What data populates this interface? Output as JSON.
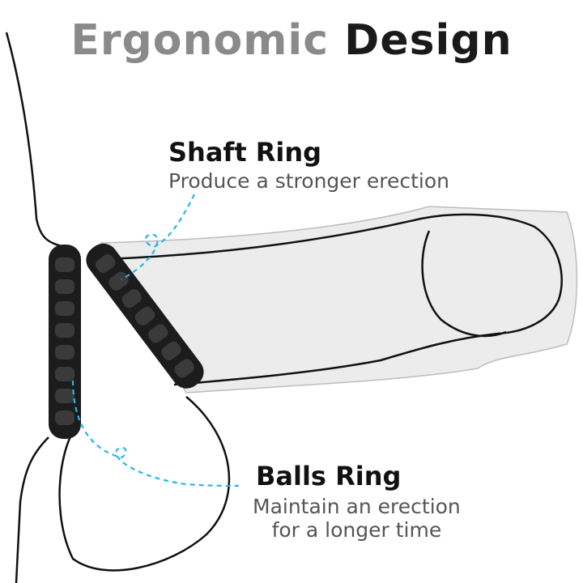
{
  "title": {
    "part1": "Ergonomic",
    "part2": "Design"
  },
  "shaft_ring": {
    "heading": "Shaft Ring",
    "description": "Produce a stronger erection"
  },
  "balls_ring": {
    "heading": "Balls Ring",
    "description_line1": "Maintain an erection",
    "description_line2": "for a longer time"
  },
  "colors": {
    "title_light": "#8a8a8a",
    "title_dark": "#1a1a1a",
    "callout_line": "#29b6e6",
    "ring": "#1c1c1c",
    "outline": "#111111",
    "shadow_fill": "#e9e9e9"
  }
}
